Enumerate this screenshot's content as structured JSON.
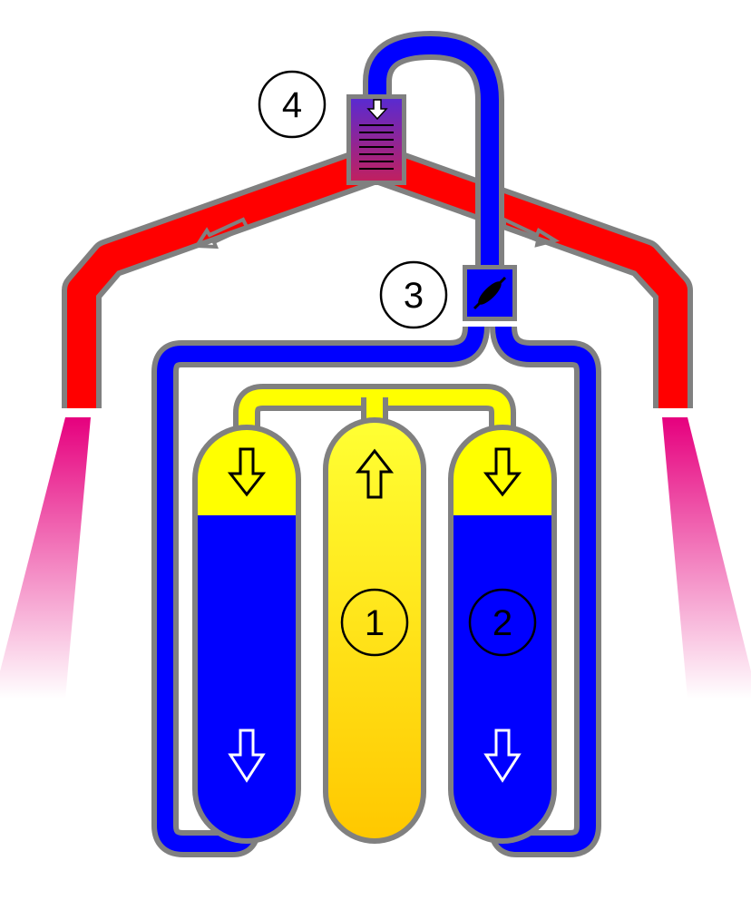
{
  "labels": {
    "tank_center": "1",
    "tank_right": "2",
    "valve": "3",
    "burner": "4"
  },
  "colors": {
    "background": "#ffffff",
    "pipe_outline": "#808080",
    "fuel_liquid": "#0000ff",
    "fuel_gas": "#ffff00",
    "fuel_gas_dark": "#ffcc00",
    "hot_pipe": "#ff0000",
    "burner": "#8a1f8f",
    "flame": "#e6007e"
  },
  "icons": {
    "valve": "butterfly-valve-icon",
    "burner": "heat-exchanger-icon",
    "flow": "flow-arrow-icon"
  }
}
